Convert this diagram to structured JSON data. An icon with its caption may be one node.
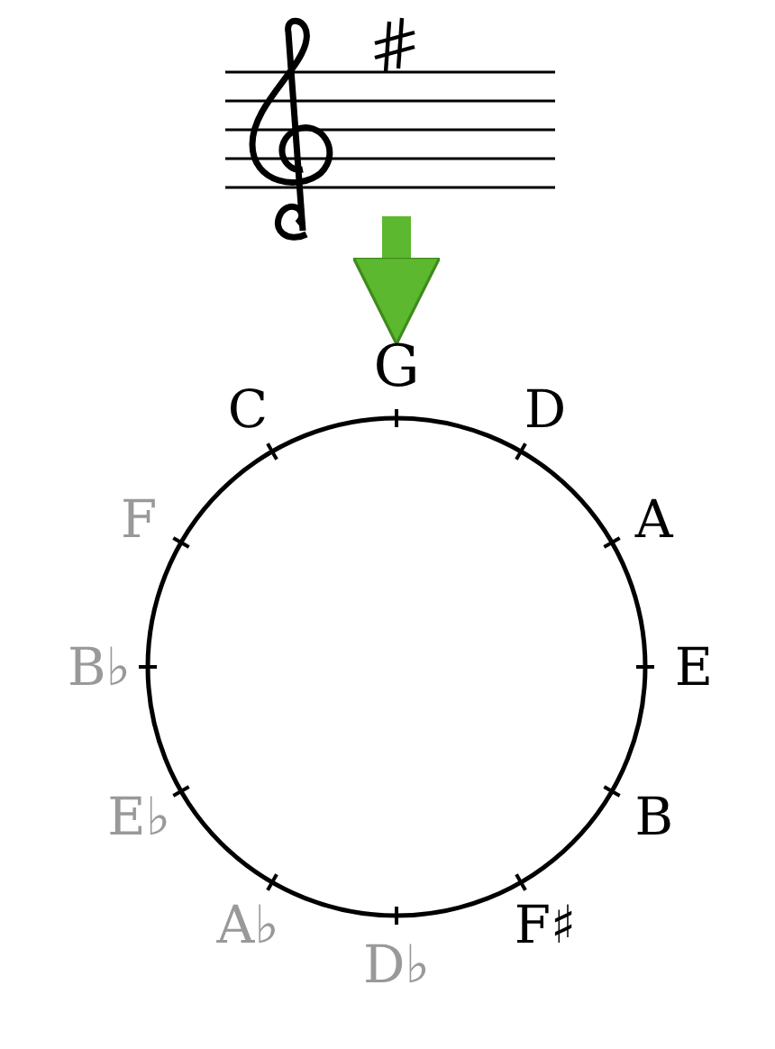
{
  "diagram": {
    "nodes": [
      {
        "text": [],
        "shape": "picture"
      },
      {
        "text": [
          "G"
        ]
      },
      {
        "text": [],
        "shape": "circle"
      }
    ],
    "edges": [
      {
        "from": 0,
        "to": 1,
        "arrow": "to",
        "color": "#5cb82e"
      }
    ],
    "labels": [
      "C",
      "D",
      "F",
      "A",
      "B♭",
      "E",
      "E♭",
      "B",
      "A♭",
      "F♯",
      "D♭"
    ]
  }
}
